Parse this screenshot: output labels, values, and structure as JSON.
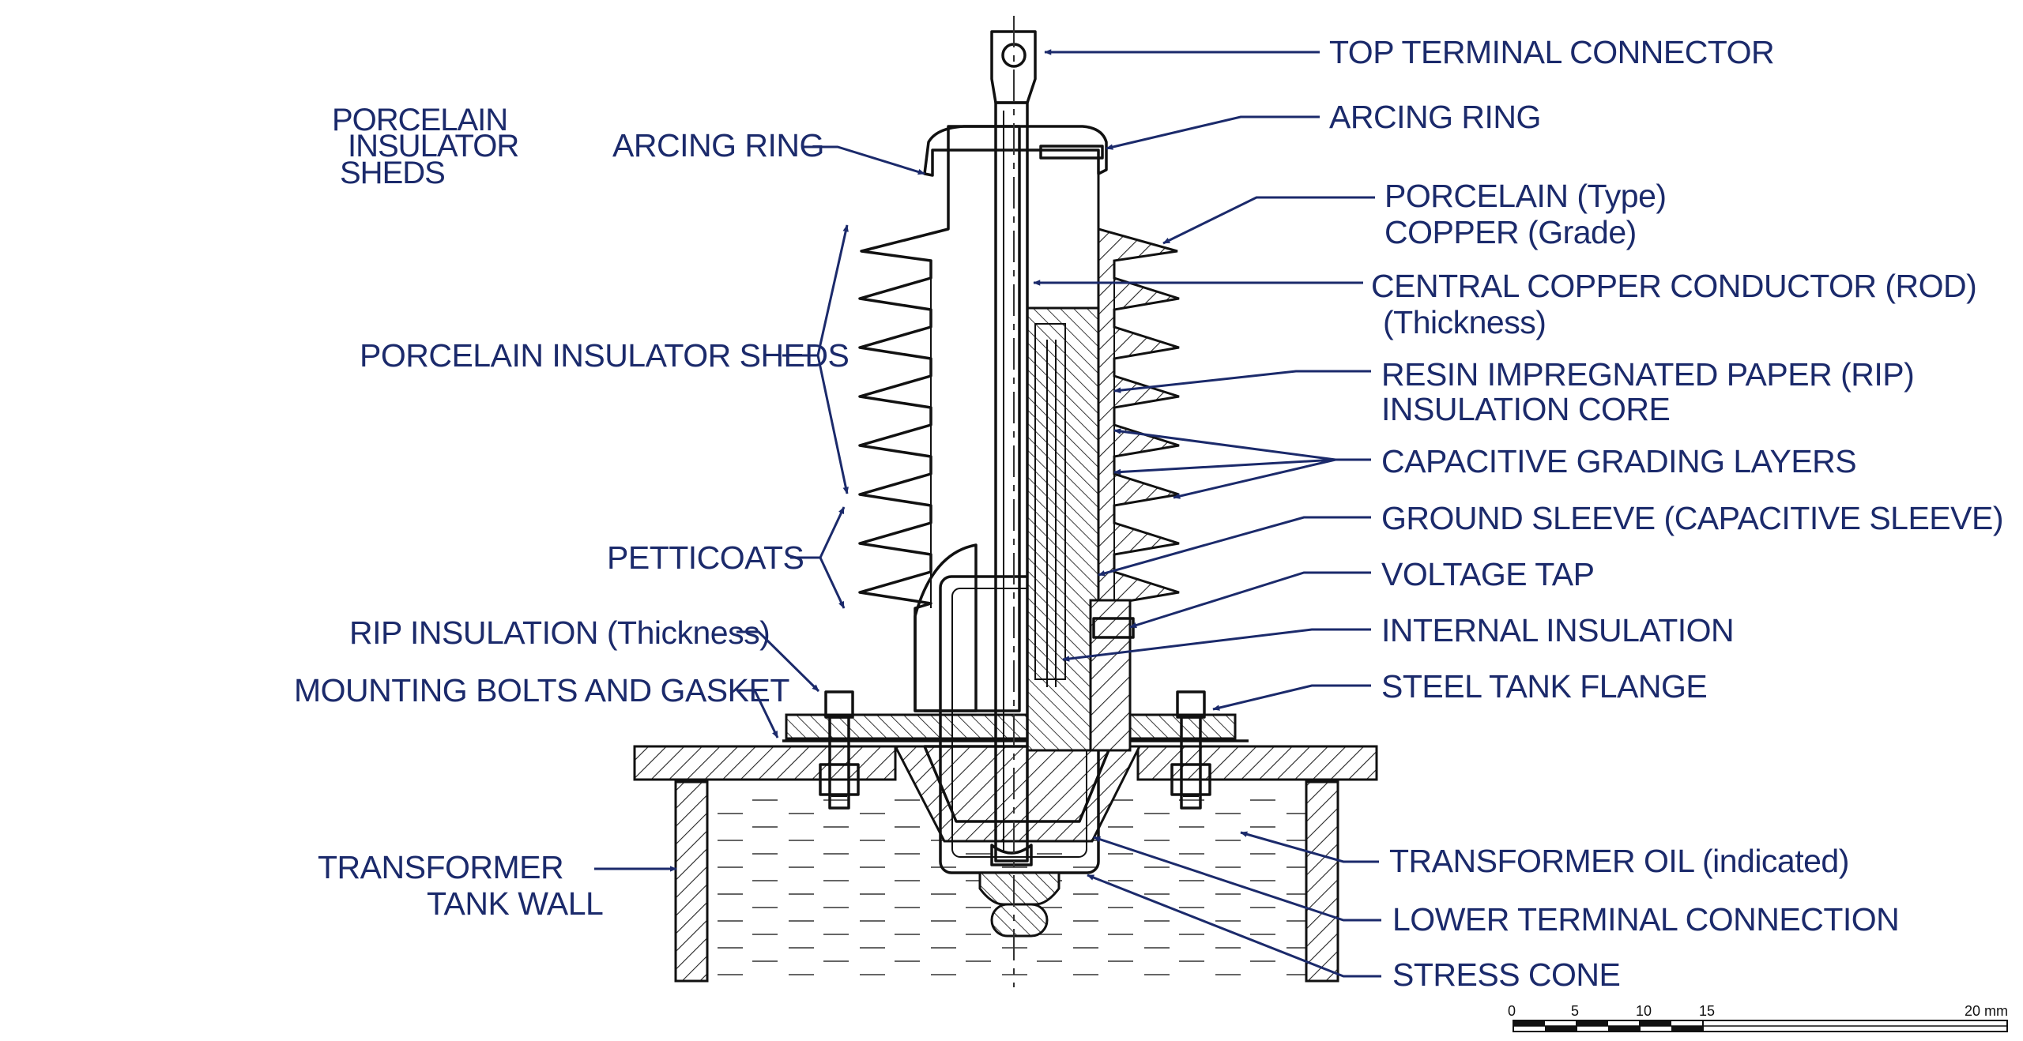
{
  "colors": {
    "label": "#1b2a6b",
    "line": "#111111",
    "background": "#ffffff"
  },
  "labels": {
    "corner_title": [
      "PORCELAIN",
      "INSULATOR",
      "SHEDS"
    ],
    "top_terminal": "TOP TERMINAL CONNECTOR",
    "arcing_ring_right": "ARCING RING",
    "arcing_ring_left": "ARCING RING",
    "porcelain_copper": [
      "PORCELAIN (Type)",
      "COPPER (Grade)"
    ],
    "central_conductor": [
      "CENTRAL COPPER CONDUCTOR (ROD)",
      "(Thickness)"
    ],
    "rip_core": [
      "RESIN IMPREGNATED PAPER (RIP)",
      "INSULATION CORE"
    ],
    "capacitive_layers": "CAPACITIVE GRADING LAYERS",
    "ground_sleeve": "GROUND SLEEVE (CAPACITIVE SLEEVE)",
    "voltage_tap": "VOLTAGE TAP",
    "internal_insulation": "INTERNAL INSULATION",
    "steel_flange": "STEEL TANK FLANGE",
    "porcelain_sheds": "PORCELAIN INSULATOR SHEDS",
    "petticoats": "PETTICOATS",
    "rip_insulation": "RIP INSULATION (Thickness)",
    "mounting_bolts": "MOUNTING BOLTS AND GASKET",
    "tank_wall": [
      "TRANSFORMER",
      "TANK WALL"
    ],
    "transformer_oil": "TRANSFORMER OIL (indicated)",
    "lower_terminal": "LOWER TERMINAL CONNECTION",
    "stress_cone": "STRESS CONE"
  },
  "scale_bar": {
    "ticks": [
      "0",
      "5",
      "10",
      "15",
      "20 mm"
    ]
  }
}
